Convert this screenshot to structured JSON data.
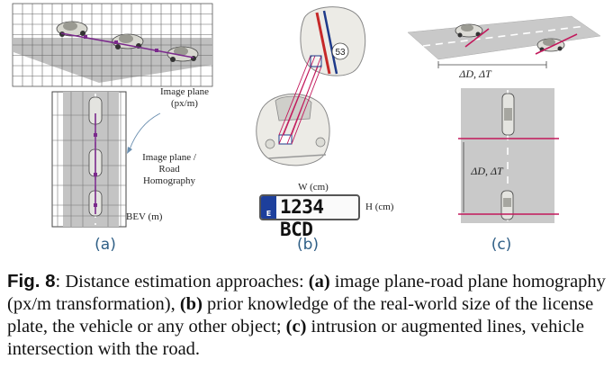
{
  "panel_a": {
    "label": "(a)",
    "image_plane_label": "Image plane\n(px/m)",
    "homography_label": "Image plane /\nRoad\nHomography",
    "bev_label": "BEV (m)"
  },
  "panel_b": {
    "label": "(b)",
    "width_label": "W (cm)",
    "height_label": "H (cm)",
    "plate_number": "1234 BCD",
    "plate_country": "E",
    "car_number": "53"
  },
  "panel_c": {
    "label": "(c)",
    "distance_time_top": "ΔD, ΔT",
    "distance_time_side": "ΔD, ΔT"
  },
  "caption": {
    "fig_label": "Fig. 8",
    "lead": ": Distance estimation approaches: ",
    "a_tag": "(a)",
    "a_text": " image plane-road plane homography (px/m transformation), ",
    "b_tag": "(b)",
    "b_text": " prior knowledge of the real-world size of the license plate, the vehicle or any other object; ",
    "c_tag": "(c)",
    "c_text": " intrusion or augmented lines, vehicle intersection with the road."
  },
  "colors": {
    "label_blue": "#2f5f86",
    "trajectory_purple": "#7b2a8c",
    "line_magenta": "#c2185b",
    "plate_blue": "#1d3f9c"
  }
}
